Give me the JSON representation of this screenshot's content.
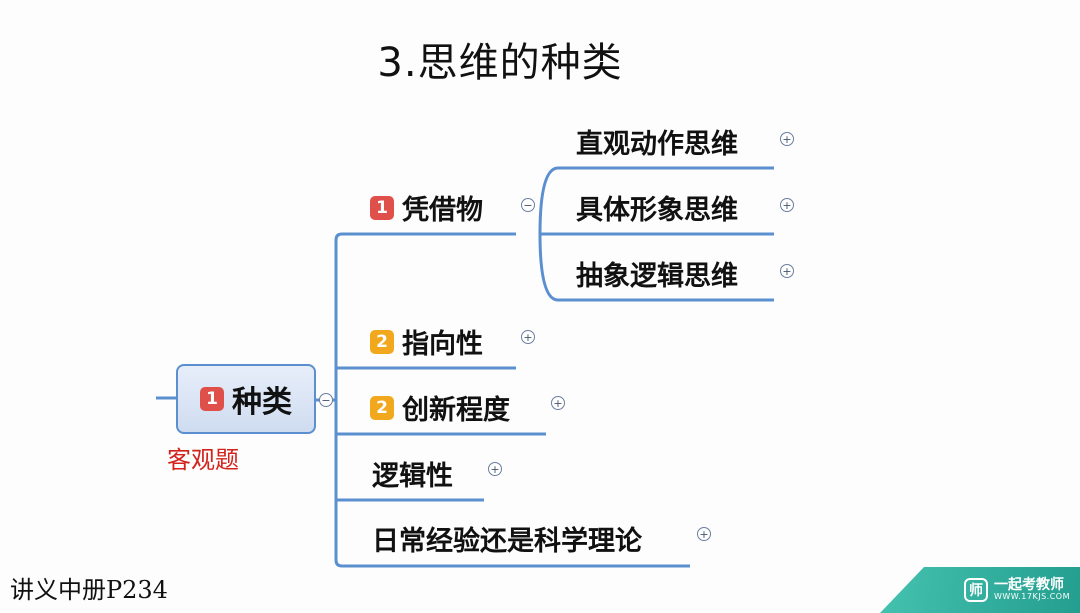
{
  "title": "3.思维的种类",
  "root": {
    "badge": "1",
    "label": "种类",
    "toggle": "−"
  },
  "annotation": "客观题",
  "branches": [
    {
      "badge": "1",
      "label": "凭借物",
      "toggle": "−",
      "children": [
        {
          "label": "直观动作思维",
          "toggle": "+"
        },
        {
          "label": "具体形象思维",
          "toggle": "+"
        },
        {
          "label": "抽象逻辑思维",
          "toggle": "+"
        }
      ]
    },
    {
      "badge": "2",
      "label": "指向性",
      "toggle": "+"
    },
    {
      "badge": "2",
      "label": "创新程度",
      "toggle": "+"
    },
    {
      "label": "逻辑性",
      "toggle": "+"
    },
    {
      "label": "日常经验还是科学理论",
      "toggle": "+"
    }
  ],
  "footer": "讲义中册P234",
  "logo": {
    "mark": "师",
    "name": "一起考教师",
    "url": "WWW.17KJS.COM"
  },
  "colors": {
    "line": "#5b8fd0",
    "badge_red": "#e0504b",
    "badge_orange": "#f2a81c",
    "annotation": "#d3211b"
  }
}
